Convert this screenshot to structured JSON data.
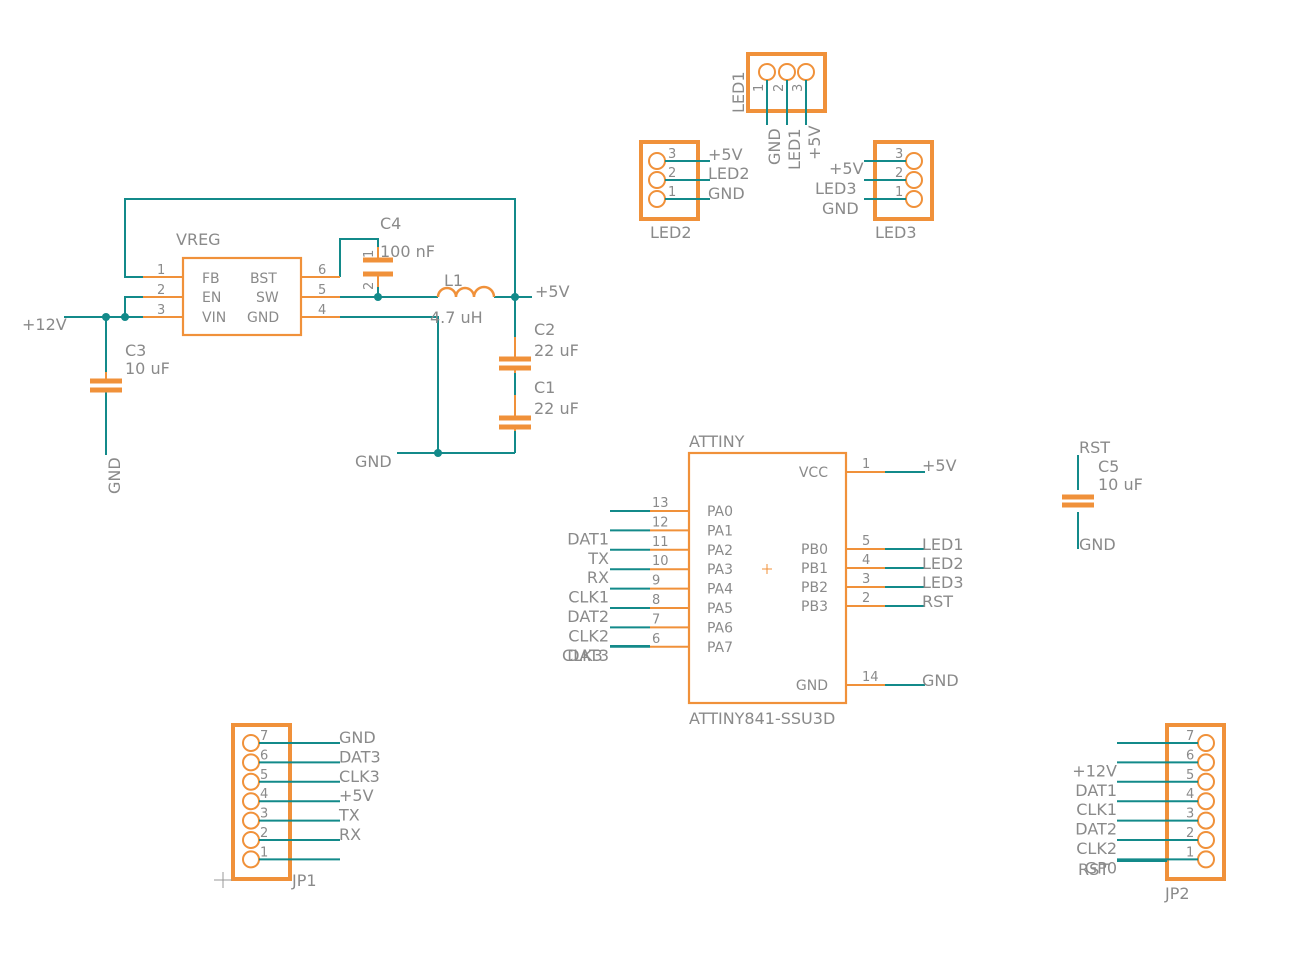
{
  "nets": {
    "p5v": "+5V",
    "p12v": "+12V",
    "gnd": "GND",
    "led1": "LED1",
    "led2": "LED2",
    "led3": "LED3",
    "rst": "RST",
    "tx": "TX",
    "rx": "RX",
    "dat1": "DAT1",
    "dat2": "DAT2",
    "dat3": "DAT3",
    "clk1": "CLK1",
    "clk2": "CLK2",
    "clk3": "CLK3",
    "gp0": "GP0"
  },
  "vreg": {
    "name": "VREG",
    "pins_left": [
      {
        "num": "1",
        "name": "FB"
      },
      {
        "num": "2",
        "name": "EN"
      },
      {
        "num": "3",
        "name": "VIN"
      }
    ],
    "pins_right": [
      {
        "num": "6",
        "name": "BST"
      },
      {
        "num": "5",
        "name": "SW"
      },
      {
        "num": "4",
        "name": "GND"
      }
    ]
  },
  "c1": {
    "name": "C1",
    "value": "22 uF"
  },
  "c2": {
    "name": "C2",
    "value": "22 uF"
  },
  "c3": {
    "name": "C3",
    "value": "10 uF"
  },
  "c4": {
    "name": "C4",
    "value": "100 nF",
    "pin1": "1",
    "pin2": "2"
  },
  "c5": {
    "name": "C5",
    "value": "10 uF"
  },
  "l1": {
    "name": "L1",
    "value": "4.7 uH"
  },
  "attiny": {
    "name": "ATTINY",
    "value": "ATTINY841-SSU3D",
    "left_pins": [
      {
        "num": "13",
        "name": "PA0",
        "net": ""
      },
      {
        "num": "12",
        "name": "PA1",
        "net": "DAT1"
      },
      {
        "num": "11",
        "name": "PA2",
        "net": "TX"
      },
      {
        "num": "10",
        "name": "PA3",
        "net": "RX"
      },
      {
        "num": "9",
        "name": "PA4",
        "net": "CLK1"
      },
      {
        "num": "8",
        "name": "PA5",
        "net": "DAT2"
      },
      {
        "num": "7",
        "name": "PA6",
        "net": "CLK2"
      },
      {
        "num": "6",
        "name": "PA7",
        "net": "DAT3"
      }
    ],
    "left_extra_net": "CLK3",
    "right_pins": [
      {
        "num": "1",
        "name": "VCC",
        "net": "+5V"
      },
      {
        "num": "5",
        "name": "PB0",
        "net": "LED1"
      },
      {
        "num": "4",
        "name": "PB1",
        "net": "LED2"
      },
      {
        "num": "3",
        "name": "PB2",
        "net": "LED3"
      },
      {
        "num": "2",
        "name": "PB3",
        "net": "RST"
      },
      {
        "num": "14",
        "name": "GND",
        "net": "GND"
      }
    ]
  },
  "led1_conn": {
    "name": "LED1",
    "pins": [
      "1",
      "2",
      "3"
    ],
    "nets": [
      "GND",
      "LED1",
      "+5V"
    ]
  },
  "led2_conn": {
    "name": "LED2",
    "pins": [
      "3",
      "2",
      "1"
    ],
    "nets": [
      "+5V",
      "LED2",
      "GND"
    ]
  },
  "led3_conn": {
    "name": "LED3",
    "pins": [
      "3",
      "2",
      "1"
    ],
    "nets": [
      "+5V",
      "LED3",
      "GND"
    ]
  },
  "jp1": {
    "name": "JP1",
    "pins": [
      "7",
      "6",
      "5",
      "4",
      "3",
      "2",
      "1"
    ],
    "nets": [
      "GND",
      "DAT3",
      "CLK3",
      "+5V",
      "TX",
      "RX",
      ""
    ]
  },
  "jp2": {
    "name": "JP2",
    "pins": [
      "7",
      "6",
      "5",
      "4",
      "3",
      "2",
      "1"
    ],
    "nets": [
      "",
      "+12V",
      "DAT1",
      "CLK1",
      "DAT2",
      "CLK2",
      "GP0"
    ],
    "extra_net": "RST"
  },
  "colors": {
    "part": "#f0913a",
    "wire": "#138a8a",
    "text": "#8a8a8a"
  }
}
